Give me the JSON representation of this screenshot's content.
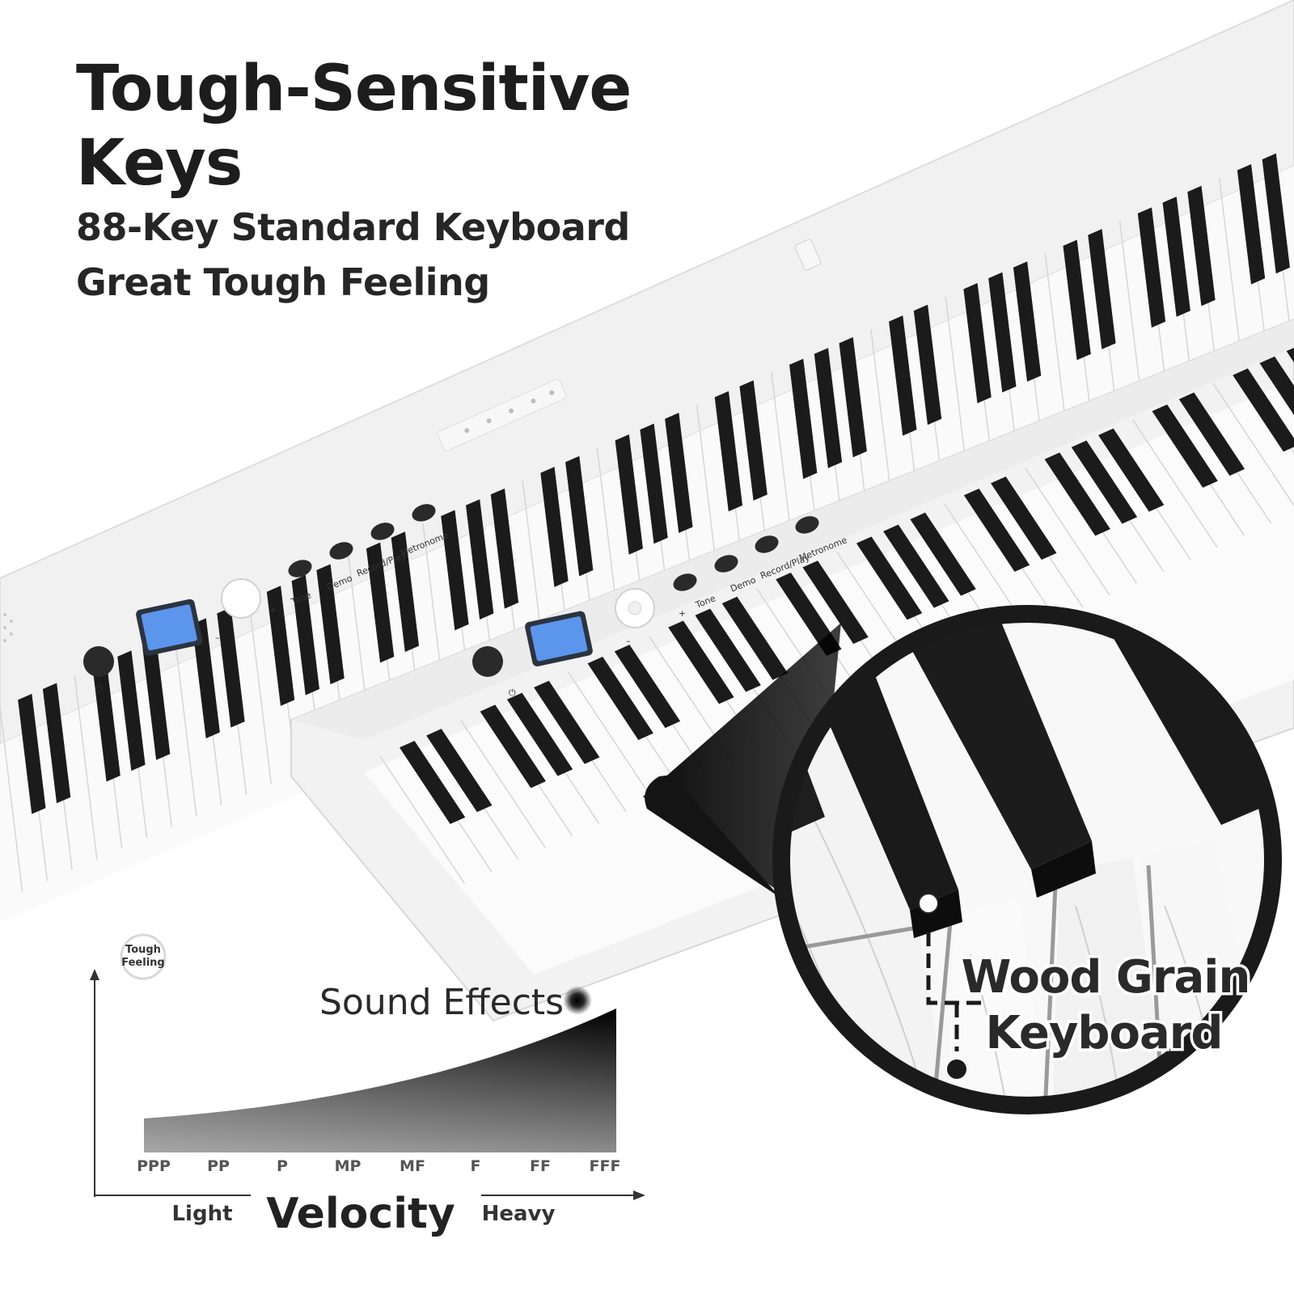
{
  "headline": {
    "line1": "Tough-Sensitive",
    "line2": "Keys"
  },
  "subheadline": {
    "line1": "88-Key Standard Keyboard",
    "line2": "Great Tough Feeling"
  },
  "panel": {
    "buttons": [
      "Tone",
      "Demo",
      "Record/Play",
      "Metronome"
    ],
    "plus": "+",
    "minus": "–",
    "power_symbol": "⏻"
  },
  "callout": {
    "line1": "Wood Grain",
    "line2": "Keyboard"
  },
  "velocity_chart": {
    "badge_line1": "Tough",
    "badge_line2": "Feeling",
    "peak_label": "Sound Effects",
    "dynamics": [
      "PPP",
      "PP",
      "P",
      "MP",
      "MF",
      "F",
      "FF",
      "FFF"
    ],
    "axis_title": "Velocity",
    "left_label": "Light",
    "right_label": "Heavy"
  },
  "colors": {
    "lcd": "#5b95ec",
    "body": "#f2f2f3",
    "black_key": "#1b1b1b"
  }
}
